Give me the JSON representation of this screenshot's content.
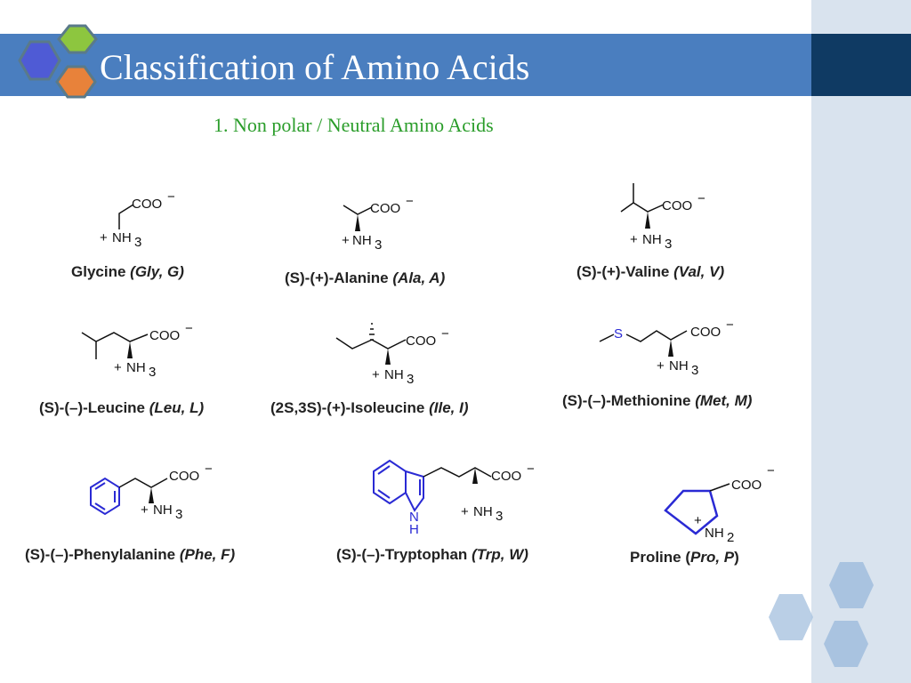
{
  "slide": {
    "title": "Classification of Amino Acids",
    "subtitle": "1. Non polar / Neutral  Amino Acids"
  },
  "colors": {
    "title_bar": "#4a7ebf",
    "title_block": "#0f3a63",
    "right_panel": "#d9e3ee",
    "subtitle_text": "#2a9d2a",
    "hex_blue": "#4f5bd5",
    "hex_green": "#8dc63f",
    "hex_orange": "#e8823a",
    "hex_light": "#a9c3e0",
    "ring_blue": "#2a2ad4"
  },
  "groups": {
    "carboxylate": "COO",
    "charge_minus": "−",
    "charge_plus": "+",
    "amine_n": "NH",
    "amine_sub_3": "3",
    "amine_sub_2": "2",
    "sulfur": "S",
    "indole_n": "N",
    "indole_h": "H"
  },
  "amino_acids": [
    {
      "name": "Glycine",
      "abbr": "(Gly, G)"
    },
    {
      "name": "(S)-(+)-Alanine",
      "abbr": "(Ala, A)"
    },
    {
      "name": "(S)-(+)-Valine",
      "abbr": "(Val, V)"
    },
    {
      "name": "(S)-(–)-Leucine",
      "abbr": "(Leu, L)"
    },
    {
      "name": "(2S,3S)-(+)-Isoleucine",
      "abbr": "(Ile, I)"
    },
    {
      "name": "(S)-(–)-Methionine",
      "abbr": "(Met, M)"
    },
    {
      "name": "(S)-(–)-Phenylalanine",
      "abbr": "(Phe, F)"
    },
    {
      "name": "(S)-(–)-Tryptophan",
      "abbr": "(Trp, W)"
    },
    {
      "name_pre": "Proline (",
      "abbr": "Pro, P",
      "name_post": ")"
    }
  ]
}
